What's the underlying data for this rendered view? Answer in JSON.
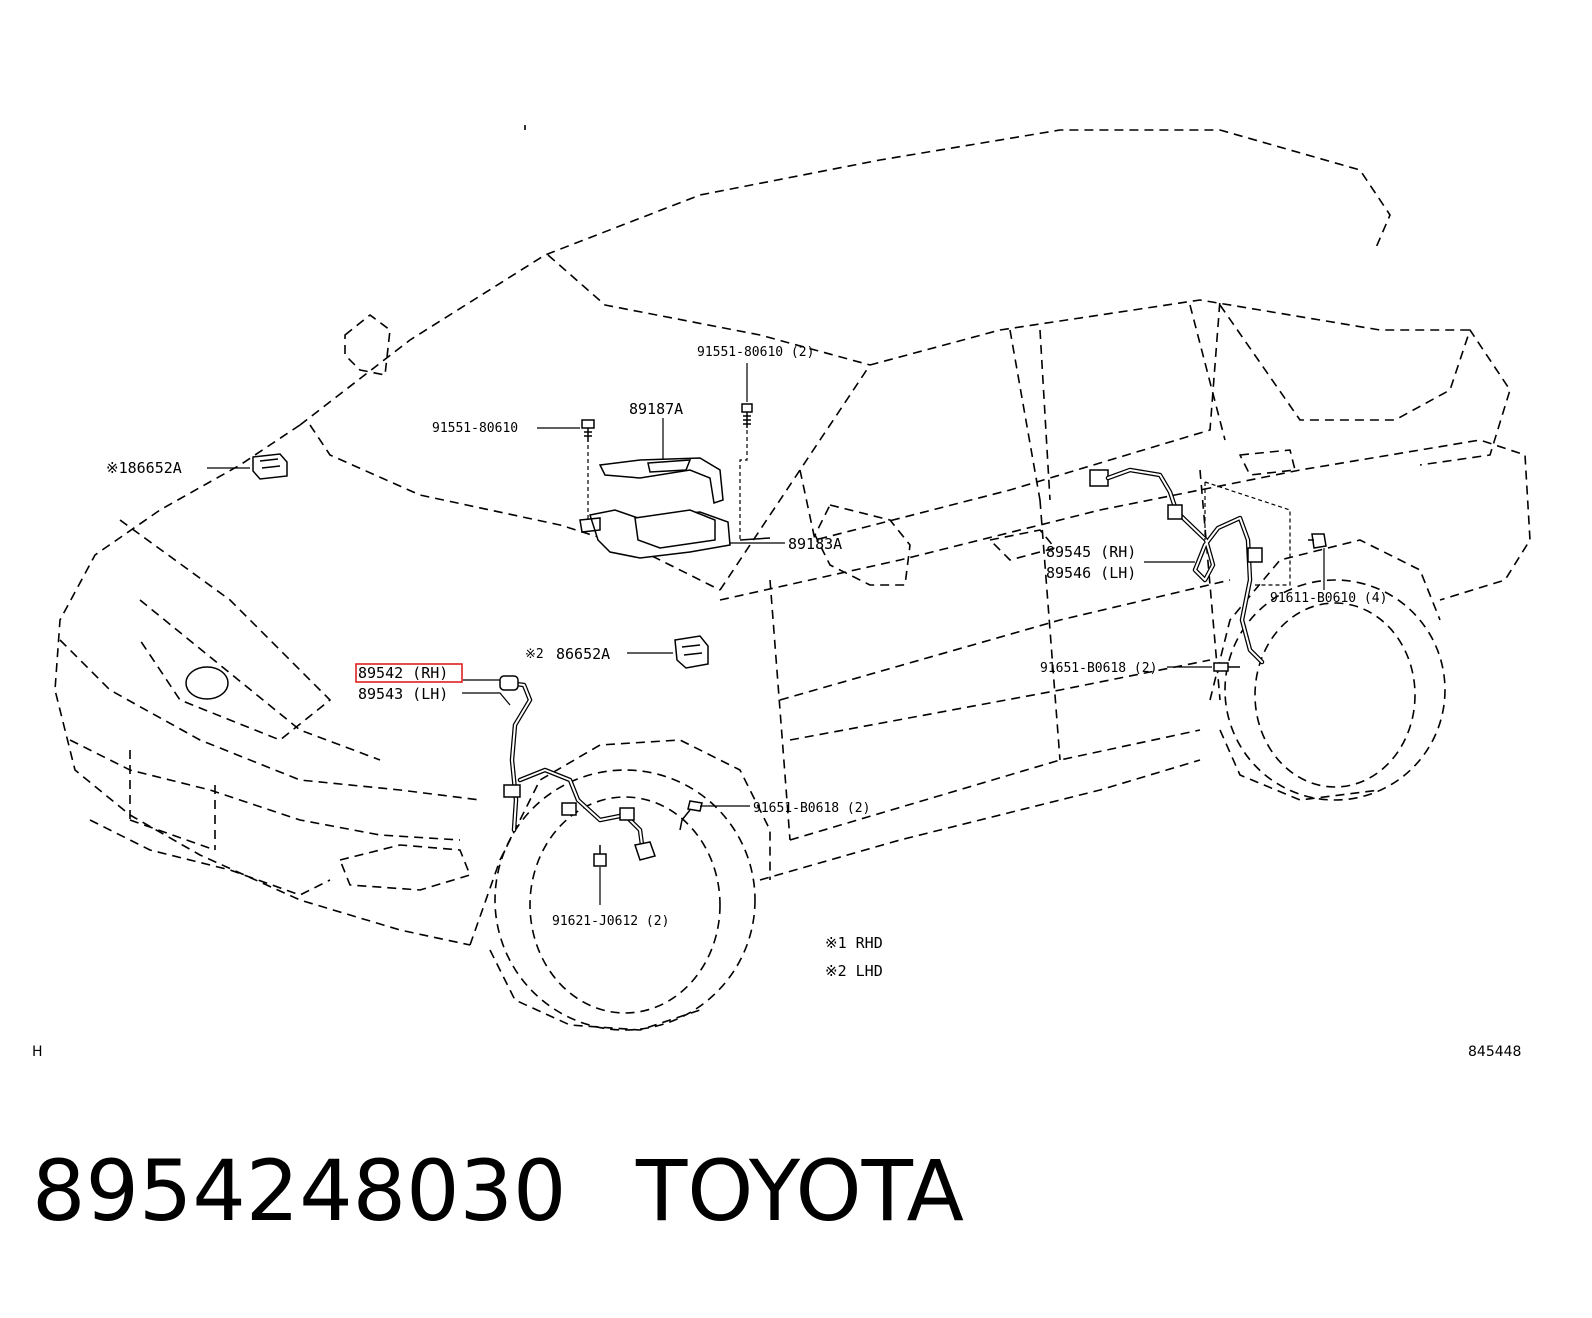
{
  "callouts": {
    "bolt_top": "91551-80610 (2)",
    "bolt_left": "91551-80610",
    "bracket": "89187A",
    "sensor_comp": "89183A",
    "relay_1": "※186652A",
    "relay_2_mark": "※2",
    "relay_2": "86652A",
    "front_rh": "89542 (RH)",
    "front_lh": "89543 (LH)",
    "rear_rh": "89545 (RH)",
    "rear_lh": "89546 (LH)",
    "rear_clip": "91611-B0610 (4)",
    "rear_bolt": "91651-B0618 (2)",
    "front_bolt": "91651-B0618 (2)",
    "front_clip": "91621-J0612 (2)"
  },
  "legend": {
    "note1": "※1 RHD",
    "note2": "※2 LHD"
  },
  "corner_left": "H",
  "corner_right": "845448",
  "footer": {
    "part_number": "8954248030",
    "brand": "TOYOTA"
  },
  "colors": {
    "highlight": "#e02020",
    "line": "#000000",
    "background": "#ffffff"
  }
}
